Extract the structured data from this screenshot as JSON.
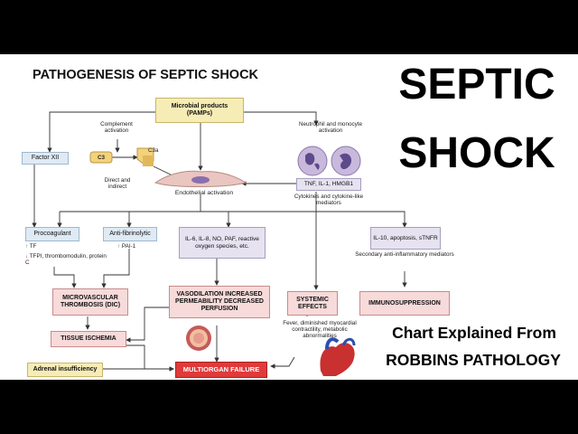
{
  "heading": "PATHOGENESIS OF SEPTIC SHOCK",
  "big_title_line1": "SEPTIC",
  "big_title_line2": "SHOCK",
  "caption_line1": "Chart Explained From",
  "caption_line2": "ROBBINS PATHOLOGY",
  "nodes": {
    "microbial_line1": "Microbial products",
    "microbial_line2": "(PAMPs)",
    "complement_label": "Complement activation",
    "neutrophil_label": "Neutrophil and monocyte activation",
    "c3": "C3",
    "c3a": "C3a",
    "factor_xii": "Factor XII",
    "direct_indirect": "Direct and indirect",
    "endothelial": "Endothelial activation",
    "tnf": "TNF, IL-1, HMGB1",
    "cytokines_caption": "Cytokines and cytokine-like mediators",
    "procoagulant": "Procoagulant",
    "antifibrinolytic": "Anti-fibrinolytic",
    "il6": "IL-6, IL-8, NO, PAF, reactive oxygen species, etc.",
    "il10": "IL-10, apoptosis, sTNFR",
    "secondary_antiinflam": "Secondary anti-inflammatory mediators",
    "tf": "TF",
    "tfpi": "TFPI, thrombomodulin, protein C",
    "pai": "PAI-1",
    "microvascular": "MICROVASCULAR THROMBOSIS (DIC)",
    "vasodilation": "VASODILATION INCREASED PERMEABILITY DECREASED PERFUSION",
    "systemic": "SYSTEMIC EFFECTS",
    "immunosuppression": "IMMUNOSUPPRESSION",
    "tissue_ischemia": "TISSUE ISCHEMIA",
    "fever": "Fever, diminished myocardial contractility, metabolic abnormalities",
    "adrenal": "Adrenal insufficiency",
    "multiorgan": "MULTIORGAN FAILURE"
  },
  "colors": {
    "up_arrow": "#2e8b3a",
    "down_arrow": "#d03030",
    "multiorgan_fill": "#e03b3b"
  }
}
